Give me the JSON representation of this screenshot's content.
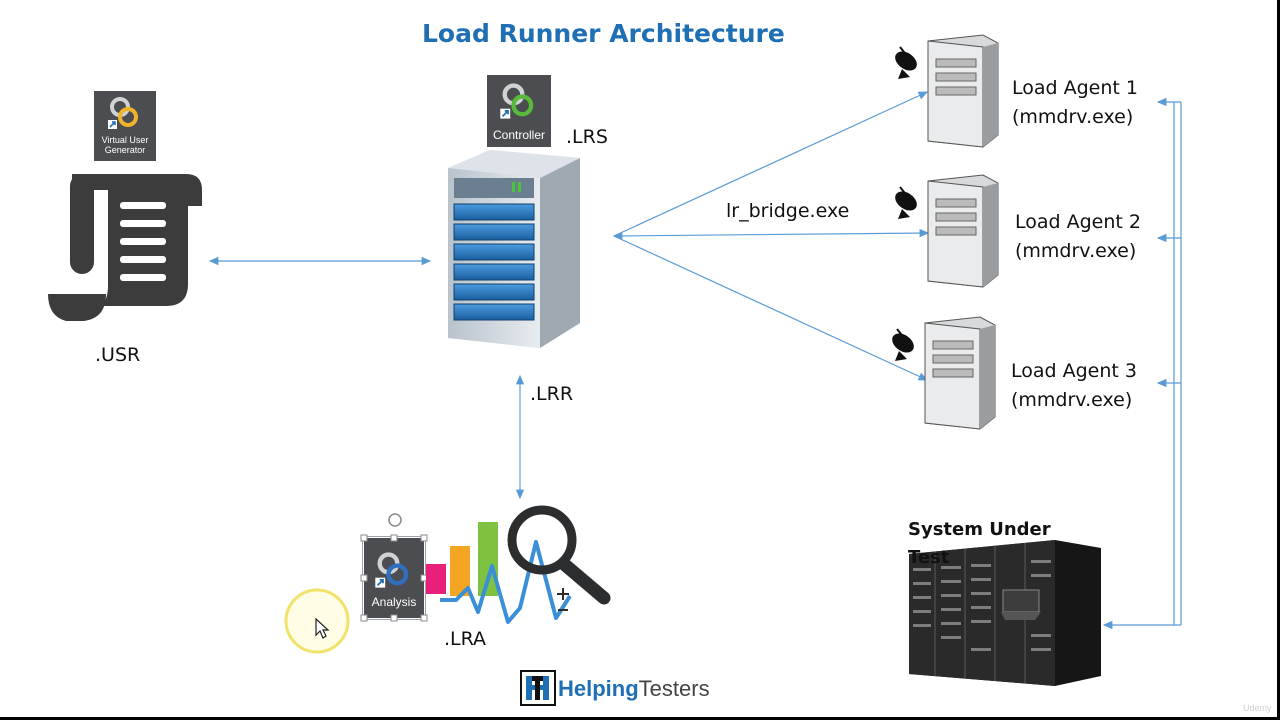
{
  "title": "Load Runner Architecture",
  "vugen": {
    "name": "Virtual User Generator",
    "ext": ".USR"
  },
  "controller": {
    "name": "Controller",
    "ext": ".LRS",
    "result_ext": ".LRR"
  },
  "bridge": "lr_bridge.exe",
  "agents": [
    {
      "name": "Load Agent 1",
      "process": "(mmdrv.exe)"
    },
    {
      "name": "Load Agent 2",
      "process": "(mmdrv.exe)"
    },
    {
      "name": "Load Agent 3",
      "process": "(mmdrv.exe)"
    }
  ],
  "analysis": {
    "name": "Analysis",
    "ext": ".LRA"
  },
  "system_under_test": "System Under Test",
  "brand": {
    "part1": "Helping",
    "part2": "Testers",
    "color1": "#1f6fb5",
    "color2": "#444444"
  },
  "colors": {
    "title": "#1f6fb5",
    "arrow": "#5b9bd5"
  },
  "watermark": "Udemy"
}
